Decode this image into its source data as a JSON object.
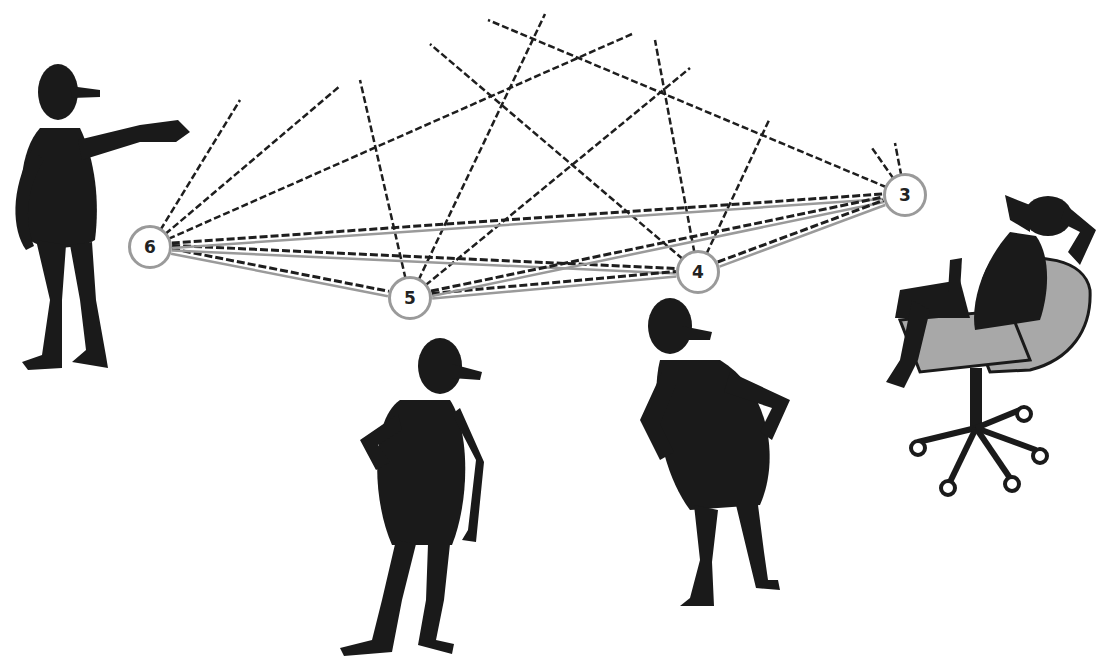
{
  "diagram": {
    "nodes": [
      {
        "text": [
          "6"
        ]
      },
      {
        "text": [
          "5"
        ]
      },
      {
        "text": [
          "4"
        ]
      },
      {
        "text": [
          "3"
        ]
      }
    ],
    "edges": [
      {
        "from": 0,
        "to": 1,
        "arrow": "none"
      },
      {
        "from": 0,
        "to": 2,
        "arrow": "none"
      },
      {
        "from": 0,
        "to": 3,
        "arrow": "none"
      },
      {
        "from": 1,
        "to": 2,
        "arrow": "none"
      },
      {
        "from": 1,
        "to": 3,
        "arrow": "none"
      },
      {
        "from": 2,
        "to": 3,
        "arrow": "none"
      }
    ]
  }
}
